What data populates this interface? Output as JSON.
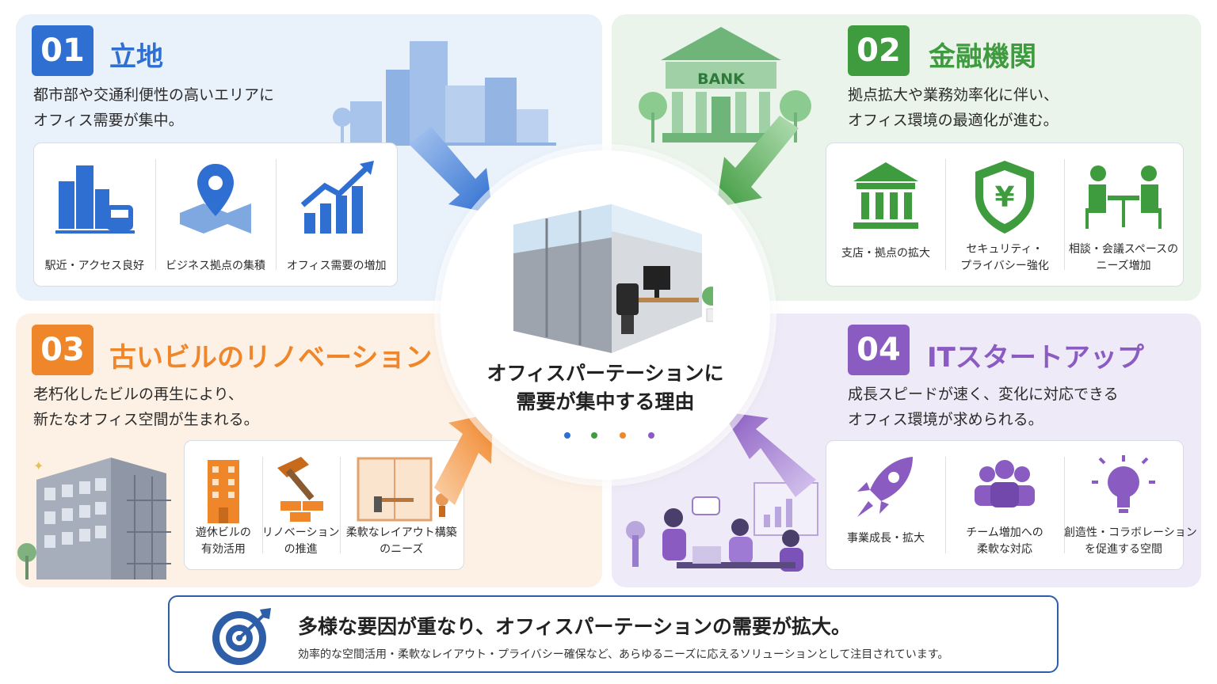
{
  "center": {
    "title_lines": [
      "オフィスパーテーションに",
      "需要が集中する理由"
    ],
    "dot_colors": [
      "#2f6fd1",
      "#3e9b3e",
      "#f0862a",
      "#8a5cc2"
    ]
  },
  "colors": {
    "blue": "#2f6fd1",
    "green": "#3e9b3e",
    "orange": "#f0862a",
    "purple": "#8a5cc2",
    "navy": "#2f5ea8"
  },
  "sections": {
    "s1": {
      "number": "01",
      "title": "立地",
      "desc": [
        "都市部や交通利便性の高いエリアに",
        "オフィス需要が集中。"
      ],
      "cards": [
        {
          "icon": "city-train-icon",
          "label": [
            "駅近・アクセス良好"
          ]
        },
        {
          "icon": "map-pin-icon",
          "label": [
            "ビジネス拠点の集積"
          ]
        },
        {
          "icon": "growth-chart-icon",
          "label": [
            "オフィス需要の増加"
          ]
        }
      ]
    },
    "s2": {
      "number": "02",
      "title": "金融機関",
      "bank_sign": "BANK",
      "desc": [
        "拠点拡大や業務効率化に伴い、",
        "オフィス環境の最適化が進む。"
      ],
      "cards": [
        {
          "icon": "bank-icon",
          "label": [
            "支店・拠点の拡大"
          ]
        },
        {
          "icon": "yen-shield-icon",
          "label": [
            "セキュリティ・",
            "プライバシー強化"
          ]
        },
        {
          "icon": "meeting-icon",
          "label": [
            "相談・会議スペースの",
            "ニーズ増加"
          ]
        }
      ]
    },
    "s3": {
      "number": "03",
      "title": "古いビルのリノベーション",
      "desc": [
        "老朽化したビルの再生により、",
        "新たなオフィス空間が生まれる。"
      ],
      "cards": [
        {
          "icon": "building-icon",
          "label": [
            "遊休ビルの",
            "有効活用"
          ]
        },
        {
          "icon": "hammer-bricks-icon",
          "label": [
            "リノベーション",
            "の推進"
          ]
        },
        {
          "icon": "layout-room-icon",
          "label": [
            "柔軟なレイアウト構築",
            "のニーズ"
          ]
        }
      ]
    },
    "s4": {
      "number": "04",
      "title": "ITスタートアップ",
      "desc": [
        "成長スピードが速く、変化に対応できる",
        "オフィス環境が求められる。"
      ],
      "cards": [
        {
          "icon": "rocket-icon",
          "label": [
            "事業成長・拡大"
          ]
        },
        {
          "icon": "team-icon",
          "label": [
            "チーム増加への",
            "柔軟な対応"
          ]
        },
        {
          "icon": "lightbulb-icon",
          "label": [
            "創造性・コラボレーション",
            "を促進する空間"
          ]
        }
      ]
    }
  },
  "bottom": {
    "icon": "target-icon",
    "main": "多様な要因が重なり、オフィスパーテーションの需要が拡大。",
    "sub": "効率的な空間活用・柔軟なレイアウト・プライバシー確保など、あらゆるニーズに応えるソリューションとして注目されています。"
  }
}
